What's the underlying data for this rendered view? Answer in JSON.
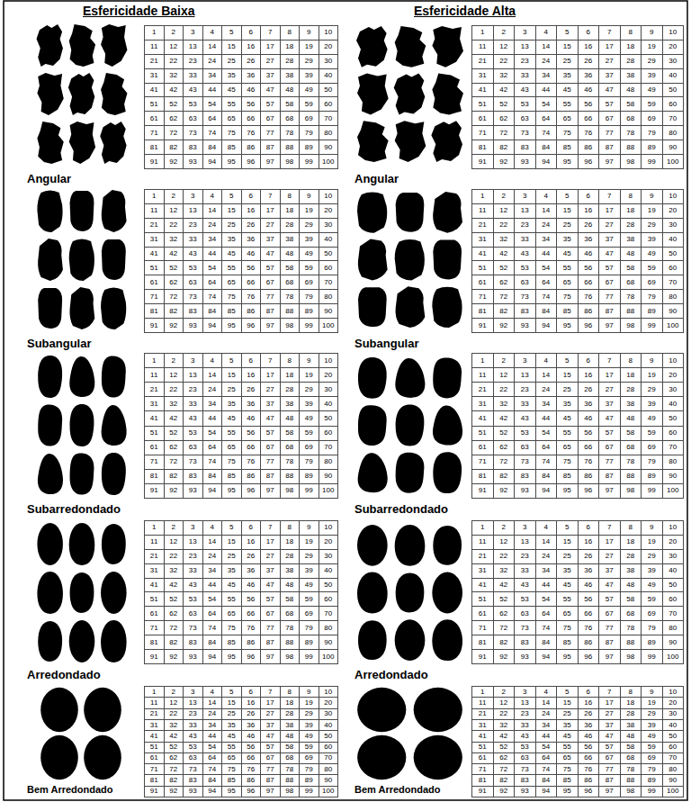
{
  "diagram": {
    "labels": [
      "Esfericidade Baixa",
      "Esfericidade Alta",
      "1",
      "2",
      "3",
      "4",
      "5",
      "6",
      "7",
      "8",
      "9",
      "10",
      "11",
      "12",
      "13",
      "14",
      "15",
      "16",
      "17",
      "18",
      "19",
      "20",
      "21",
      "22",
      "23",
      "24",
      "25",
      "26",
      "27",
      "28",
      "29",
      "30",
      "31",
      "32",
      "33",
      "34",
      "35",
      "36",
      "37",
      "38",
      "39",
      "40",
      "41",
      "42",
      "43",
      "44",
      "45",
      "46",
      "47",
      "48",
      "49",
      "50",
      "51",
      "52",
      "53",
      "54",
      "55",
      "56",
      "57",
      "58",
      "59",
      "60",
      "61",
      "62",
      "63",
      "64",
      "65",
      "66",
      "67",
      "68",
      "69",
      "70",
      "71",
      "72",
      "73",
      "74",
      "75",
      "76",
      "77",
      "78",
      "79",
      "80",
      "81",
      "82",
      "83",
      "84",
      "85",
      "86",
      "87",
      "88",
      "89",
      "90",
      "91",
      "92",
      "93",
      "94",
      "95",
      "96",
      "97",
      "98",
      "99",
      "100",
      "Angular",
      "1",
      "2",
      "3",
      "4",
      "5",
      "6",
      "7",
      "8",
      "9",
      "10",
      "11",
      "12",
      "13",
      "14",
      "15",
      "16",
      "17",
      "18",
      "19",
      "20",
      "21",
      "22",
      "23",
      "24",
      "25",
      "26",
      "27",
      "28",
      "29",
      "30",
      "31",
      "32",
      "33",
      "34",
      "35",
      "36",
      "37",
      "38",
      "39",
      "40",
      "41",
      "42",
      "43",
      "44",
      "45",
      "46",
      "47",
      "48",
      "49",
      "50",
      "51",
      "52",
      "53",
      "54",
      "55",
      "56",
      "57",
      "58",
      "59",
      "60",
      "61",
      "62",
      "63",
      "64",
      "65",
      "66",
      "67",
      "68",
      "69",
      "70",
      "71",
      "72",
      "73",
      "74",
      "75",
      "76",
      "77",
      "78",
      "79",
      "80",
      "81",
      "82",
      "83",
      "84",
      "85",
      "86",
      "87",
      "88",
      "89",
      "90",
      "91",
      "92",
      "93",
      "94",
      "95",
      "96",
      "97",
      "98",
      "99",
      "100",
      "Angular",
      "1",
      "2",
      "3",
      "4",
      "5",
      "6",
      "7",
      "8",
      "9",
      "10",
      "11",
      "12",
      "13",
      "14",
      "15",
      "16",
      "17",
      "18",
      "19",
      "20",
      "21",
      "22",
      "23",
      "24",
      "25",
      "26",
      "27",
      "28",
      "29",
      "30",
      "31",
      "32",
      "33",
      "34",
      "35",
      "36",
      "37",
      "38",
      "39",
      "40",
      "41",
      "42",
      "43",
      "44",
      "45",
      "46",
      "47",
      "48",
      "49",
      "50",
      "51",
      "52",
      "53",
      "54",
      "55",
      "56",
      "57",
      "58",
      "59",
      "60",
      "61",
      "62",
      "63",
      "64",
      "65",
      "66",
      "67",
      "68",
      "69",
      "70",
      "71",
      "72",
      "73",
      "74",
      "75",
      "76",
      "77",
      "78",
      "79",
      "80",
      "81",
      "82",
      "83",
      "84",
      "85",
      "86",
      "87",
      "88",
      "89",
      "90",
      "91",
      "92",
      "93",
      "94",
      "95",
      "96",
      "97",
      "98",
      "99",
      "100",
      "Subangular",
      "1",
      "2",
      "3",
      "4",
      "5",
      "6",
      "7",
      "8",
      "9",
      "10",
      "11",
      "12",
      "13",
      "14",
      "15",
      "16",
      "17",
      "18",
      "19",
      "20",
      "21",
      "22",
      "23",
      "24",
      "25",
      "26",
      "27",
      "28",
      "29",
      "30",
      "31",
      "32",
      "33",
      "34",
      "35",
      "36",
      "37",
      "38",
      "39",
      "40",
      "41",
      "42",
      "43",
      "44",
      "45",
      "46",
      "47",
      "48",
      "49",
      "50",
      "51",
      "52",
      "53",
      "54",
      "55",
      "56",
      "57",
      "58",
      "59",
      "60",
      "61",
      "62",
      "63",
      "64",
      "65",
      "66",
      "67",
      "68",
      "69",
      "70",
      "71",
      "72",
      "73",
      "74",
      "75",
      "76",
      "77",
      "78",
      "79",
      "80",
      "81",
      "82",
      "83",
      "84",
      "85",
      "86",
      "87",
      "88",
      "89",
      "90",
      "91",
      "92",
      "93",
      "94",
      "95",
      "96",
      "97",
      "98",
      "99",
      "100",
      "Subangular",
      "1",
      "2",
      "3",
      "4",
      "5",
      "6",
      "7",
      "8",
      "9",
      "10",
      "11",
      "12",
      "13",
      "14",
      "15",
      "16",
      "17",
      "18",
      "19",
      "20",
      "21",
      "22",
      "23",
      "24",
      "25",
      "26",
      "27",
      "28",
      "29",
      "30",
      "31",
      "32",
      "33",
      "34",
      "35",
      "36",
      "37",
      "38",
      "39",
      "40",
      "41",
      "42",
      "43",
      "44",
      "45",
      "46",
      "47",
      "48",
      "49",
      "50",
      "51",
      "52",
      "53",
      "54",
      "55",
      "56",
      "57",
      "58",
      "59",
      "60",
      "61",
      "62",
      "63",
      "64",
      "65",
      "66",
      "67",
      "68",
      "69",
      "70",
      "71",
      "72",
      "73",
      "74",
      "75",
      "76",
      "77",
      "78",
      "79",
      "80",
      "81",
      "82",
      "83",
      "84",
      "85",
      "86",
      "87",
      "88",
      "89",
      "90",
      "91",
      "92",
      "93",
      "94",
      "95",
      "96",
      "97",
      "98",
      "99",
      "100",
      "Subarredondado",
      "1",
      "2",
      "3",
      "4",
      "5",
      "6",
      "7",
      "8",
      "9",
      "10",
      "11",
      "12",
      "13",
      "14",
      "15",
      "16",
      "17",
      "18",
      "19",
      "20",
      "21",
      "22",
      "23",
      "24",
      "25",
      "26",
      "27",
      "28",
      "29",
      "30",
      "31",
      "32",
      "33",
      "34",
      "35",
      "36",
      "37",
      "38",
      "39",
      "40",
      "41",
      "42",
      "43",
      "44",
      "45",
      "46",
      "47",
      "48",
      "49",
      "50",
      "51",
      "52",
      "53",
      "54",
      "55",
      "56",
      "57",
      "58",
      "59",
      "60",
      "61",
      "62",
      "63",
      "64",
      "65",
      "66",
      "67",
      "68",
      "69",
      "70",
      "71",
      "72",
      "73",
      "74",
      "75",
      "76",
      "77",
      "78",
      "79",
      "80",
      "81",
      "82",
      "83",
      "84",
      "85",
      "86",
      "87",
      "88",
      "89",
      "90",
      "91",
      "92",
      "93",
      "94",
      "95",
      "96",
      "97",
      "98",
      "99",
      "100",
      "Subarredondado",
      "1",
      "2",
      "3",
      "4",
      "5",
      "6",
      "7",
      "8",
      "9",
      "10",
      "11",
      "12",
      "13",
      "14",
      "15",
      "16",
      "17",
      "18",
      "19",
      "20",
      "21",
      "22",
      "23",
      "24",
      "25",
      "26",
      "27",
      "28",
      "29",
      "30",
      "31",
      "32",
      "33",
      "34",
      "35",
      "36",
      "37",
      "38",
      "39",
      "40",
      "41",
      "42",
      "43",
      "44",
      "45",
      "46",
      "47",
      "48",
      "49",
      "50",
      "51",
      "52",
      "53",
      "54",
      "55",
      "56",
      "57",
      "58",
      "59",
      "60",
      "61",
      "62",
      "63",
      "64",
      "65",
      "66",
      "67",
      "68",
      "69",
      "70",
      "71",
      "72",
      "73",
      "74",
      "75",
      "76",
      "77",
      "78",
      "79",
      "80",
      "81",
      "82",
      "83",
      "84",
      "85",
      "86",
      "87",
      "88",
      "89",
      "90",
      "91",
      "92",
      "93",
      "94",
      "95",
      "96",
      "97",
      "98",
      "99",
      "100",
      "Arredondado",
      "1",
      "2",
      "3",
      "4",
      "5",
      "6",
      "7",
      "8",
      "9",
      "10",
      "11",
      "12",
      "13",
      "14",
      "15",
      "16",
      "17",
      "18",
      "19",
      "20",
      "21",
      "22",
      "23",
      "24",
      "25",
      "26",
      "27",
      "28",
      "29",
      "30",
      "31",
      "32",
      "33",
      "34",
      "35",
      "36",
      "37",
      "38",
      "39",
      "40",
      "41",
      "42",
      "43",
      "44",
      "45",
      "46",
      "47",
      "48",
      "49",
      "50",
      "51",
      "52",
      "53",
      "54",
      "55",
      "56",
      "57",
      "58",
      "59",
      "60",
      "61",
      "62",
      "63",
      "64",
      "65",
      "66",
      "67",
      "68",
      "69",
      "70",
      "71",
      "72",
      "73",
      "74",
      "75",
      "76",
      "77",
      "78",
      "79",
      "80",
      "81",
      "82",
      "83",
      "84",
      "85",
      "86",
      "87",
      "88",
      "89",
      "90",
      "91",
      "92",
      "93",
      "94",
      "95",
      "96",
      "97",
      "98",
      "99",
      "100",
      "Arredondado",
      "1",
      "2",
      "3",
      "4",
      "5",
      "6",
      "7",
      "8",
      "9",
      "10",
      "11",
      "12",
      "13",
      "14",
      "15",
      "16",
      "17",
      "18",
      "19",
      "20",
      "21",
      "22",
      "23",
      "24",
      "25",
      "26",
      "27",
      "28",
      "29",
      "30",
      "31",
      "32",
      "33",
      "34",
      "35",
      "36",
      "37",
      "38",
      "39",
      "40",
      "41",
      "42",
      "43",
      "44",
      "45",
      "46",
      "47",
      "48",
      "49",
      "50",
      "51",
      "52",
      "53",
      "54",
      "55",
      "56",
      "57",
      "58",
      "59",
      "60",
      "61",
      "62",
      "63",
      "64",
      "65",
      "66",
      "67",
      "68",
      "69",
      "70",
      "71",
      "72",
      "73",
      "74",
      "75",
      "76",
      "77",
      "78",
      "79",
      "80",
      "81",
      "82",
      "83",
      "84",
      "85",
      "86",
      "87",
      "88",
      "89",
      "90",
      "91",
      "92",
      "93",
      "94",
      "95",
      "96",
      "97",
      "98",
      "99",
      "100",
      "Bem Arredondado",
      "1",
      "2",
      "3",
      "4",
      "5",
      "6",
      "7",
      "8",
      "9",
      "10",
      "11",
      "12",
      "13",
      "14",
      "15",
      "16",
      "17",
      "18",
      "19",
      "20",
      "21",
      "22",
      "23",
      "24",
      "25",
      "26",
      "27",
      "28",
      "29",
      "30",
      "31",
      "32",
      "33",
      "34",
      "35",
      "36",
      "37",
      "38",
      "39",
      "40",
      "41",
      "42",
      "43",
      "44",
      "45",
      "46",
      "47",
      "48",
      "49",
      "50",
      "51",
      "52",
      "53",
      "54",
      "55",
      "56",
      "57",
      "58",
      "59",
      "60",
      "61",
      "62",
      "63",
      "64",
      "65",
      "66",
      "67",
      "68",
      "69",
      "70",
      "71",
      "72",
      "73",
      "74",
      "75",
      "76",
      "77",
      "78",
      "79",
      "80",
      "81",
      "82",
      "83",
      "84",
      "85",
      "86",
      "87",
      "88",
      "89",
      "90",
      "91",
      "92",
      "93",
      "94",
      "95",
      "96",
      "97",
      "98",
      "99",
      "100",
      "Bem Arredondado"
    ]
  }
}
